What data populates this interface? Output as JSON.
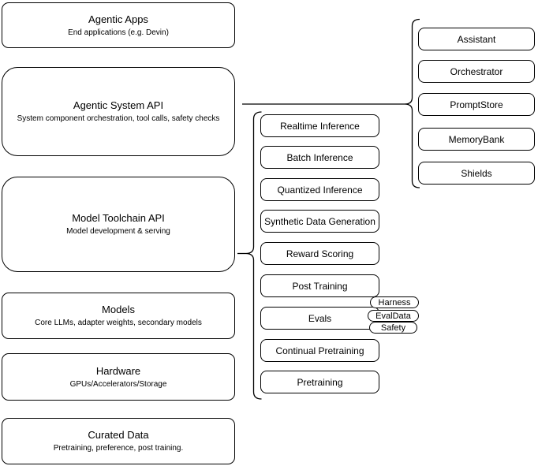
{
  "left_column": [
    {
      "title": "Agentic Apps",
      "subtitle": "End applications (e.g. Devin)"
    },
    {
      "title": "Agentic System API",
      "subtitle": "System component orchestration, tool calls, safety checks"
    },
    {
      "title": "Model Toolchain API",
      "subtitle": "Model development & serving"
    },
    {
      "title": "Models",
      "subtitle": "Core LLMs, adapter weights, secondary models"
    },
    {
      "title": "Hardware",
      "subtitle": "GPUs/Accelerators/Storage"
    },
    {
      "title": "Curated Data",
      "subtitle": "Pretraining, preference, post training."
    }
  ],
  "toolchain_items": [
    "Realtime Inference",
    "Batch Inference",
    "Quantized Inference",
    "Synthetic Data Generation",
    "Reward Scoring",
    "Post Training",
    "Evals",
    "Continual Pretraining",
    "Pretraining"
  ],
  "evals_tags": [
    "Harness",
    "EvalData",
    "Safety"
  ],
  "system_components": [
    "Assistant",
    "Orchestrator",
    "PromptStore",
    "MemoryBank",
    "Shields"
  ],
  "colors": {
    "stroke": "#000000",
    "fill": "#ffffff",
    "background": "#ffffff"
  }
}
